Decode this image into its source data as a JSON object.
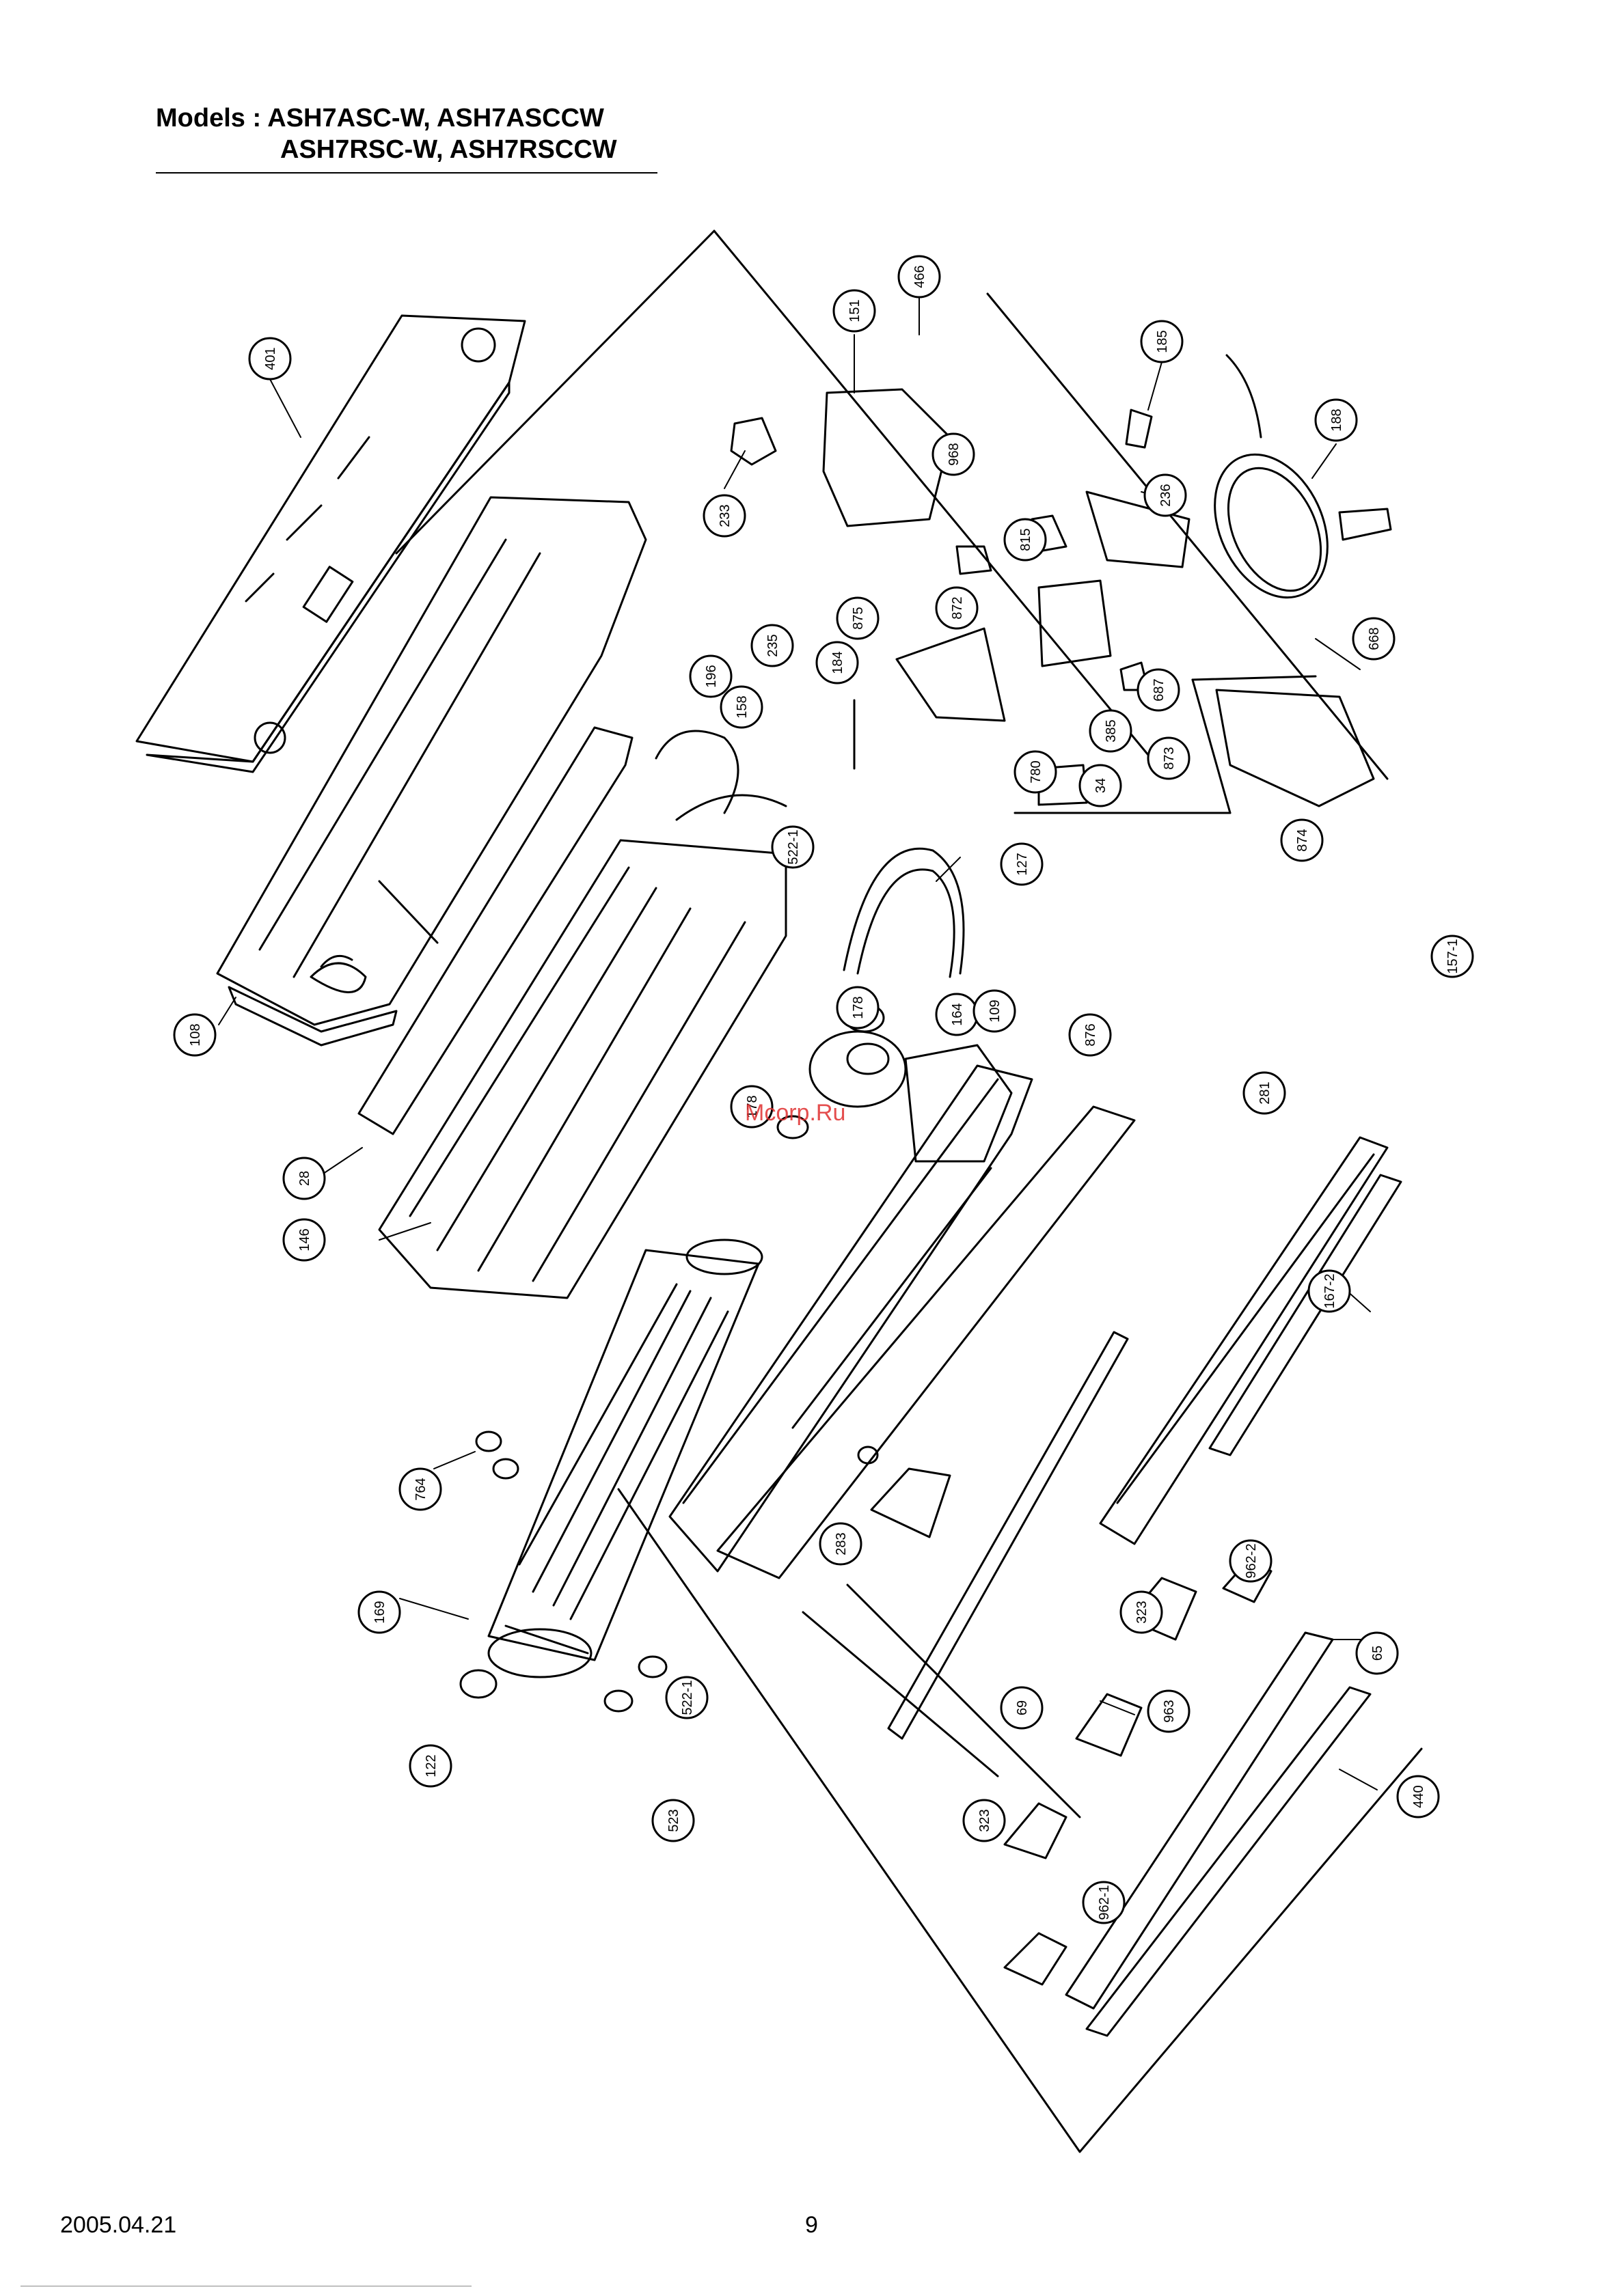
{
  "header": {
    "models_line1": "Models : ASH7ASC-W, ASH7ASCCW",
    "models_line2": "ASH7RSC-W, ASH7RSCCW"
  },
  "diagram": {
    "watermark": "Mcorp.Ru",
    "callouts": [
      "401",
      "151",
      "466",
      "185",
      "188",
      "233",
      "236",
      "968",
      "815",
      "875",
      "872",
      "687",
      "668",
      "235",
      "184",
      "196",
      "158",
      "522-1",
      "385",
      "873",
      "874",
      "780",
      "34",
      "127",
      "157-1",
      "178",
      "164",
      "109",
      "876",
      "108",
      "28",
      "178",
      "281",
      "146",
      "167-2",
      "764",
      "283",
      "962-2",
      "169",
      "323",
      "65",
      "963",
      "69",
      "122",
      "522-1",
      "523",
      "440",
      "323",
      "962-1"
    ]
  },
  "footer": {
    "date": "2005.04.21",
    "page_number": "9"
  }
}
